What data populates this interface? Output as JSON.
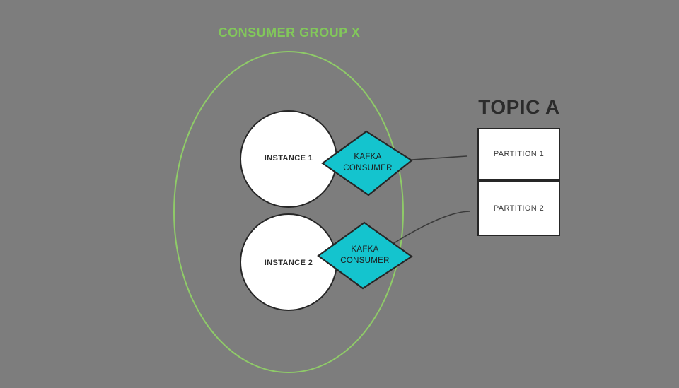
{
  "colors": {
    "background": "#7d7d7d",
    "group_outline": "#8fcb68",
    "group_title": "#82c75b",
    "consumer_fill": "#14c4ce",
    "shape_stroke": "#262626",
    "node_fill": "#ffffff",
    "connector": "#3a3a3a",
    "text_dark": "#2b2b2b"
  },
  "consumer_group": {
    "title": "CONSUMER GROUP X",
    "instances": [
      {
        "label": "INSTANCE 1",
        "consumer": {
          "line1": "KAFKA",
          "line2": "CONSUMER"
        }
      },
      {
        "label": "INSTANCE 2",
        "consumer": {
          "line1": "KAFKA",
          "line2": "CONSUMER"
        }
      }
    ]
  },
  "topic": {
    "title": "TOPIC A",
    "partitions": [
      {
        "label": "PARTITION 1"
      },
      {
        "label": "PARTITION 2"
      }
    ]
  }
}
